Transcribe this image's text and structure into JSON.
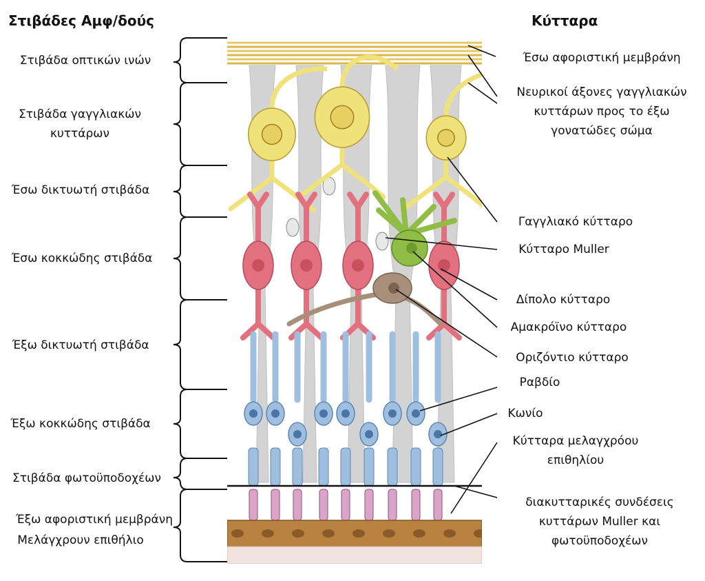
{
  "headers": {
    "left": "Στιβάδες Αμφ/δούς",
    "right": "Κύτταρα"
  },
  "layers": [
    {
      "id": "optic-nerve-fiber-layer",
      "text": "Στιβάδα οπτικών ινών"
    },
    {
      "id": "ganglion-cell-layer",
      "text": "Στιβάδα γαγγλιακών\nκυττάρων"
    },
    {
      "id": "inner-plexiform-layer",
      "text": "Έσω δικτυωτή στιβάδα"
    },
    {
      "id": "inner-nuclear-layer",
      "text": "Έσω κοκκώδης στιβάδα"
    },
    {
      "id": "outer-plexiform-layer",
      "text": "Έξω δικτυωτή στιβάδα"
    },
    {
      "id": "outer-nuclear-layer",
      "text": "Έξω κοκκώδης στιβάδα"
    },
    {
      "id": "photoreceptor-layer",
      "text": "Στιβάδα φωτοϋποδοχέων"
    },
    {
      "id": "outer-limiting-membrane",
      "text": "Έξω  αφοριστική μεμβράνη"
    },
    {
      "id": "pigment-epithelium",
      "text": "Μελάγχρουν επιθήλιο"
    }
  ],
  "cells": [
    {
      "id": "inner-limiting-membrane",
      "text": "Έσω αφοριστική μεμβράνη"
    },
    {
      "id": "ganglion-axons",
      "text": "Νευρικοί άξονες γαγγλιακών\nκυττάρων προς το έξω\nγονατώδες σώμα"
    },
    {
      "id": "ganglion-cell",
      "text": "Γαγγλιακό κύτταρο"
    },
    {
      "id": "muller-cell",
      "text": "Κύτταρο Muller"
    },
    {
      "id": "bipolar-cell",
      "text": "Δίπολο κύτταρο"
    },
    {
      "id": "amacrine-cell",
      "text": "Αμακρόϊνο κύτταρο"
    },
    {
      "id": "horizontal-cell",
      "text": "Οριζόντιο κύτταρο"
    },
    {
      "id": "rod",
      "text": "Ραβδίο"
    },
    {
      "id": "cone",
      "text": "Κωνίο"
    },
    {
      "id": "pigment-cells",
      "text": "Κύτταρα μελαγχρόου\nεπιθηλίου"
    },
    {
      "id": "intercellular-junctions",
      "text": "διακυτταρικές συνδέσεις\nκυττάρων Muller και\nφωτοϋποδοχέων"
    }
  ],
  "colors": {
    "ganglion": "#f0e27a",
    "bipolar": "#e2707f",
    "amacrine": "#8fbd45",
    "horizontal": "#a88f7a",
    "muller": "#cccccc",
    "photoreceptor": "#9fbfe0",
    "epithelium": "#b98241",
    "fibers": "#e6c866"
  }
}
